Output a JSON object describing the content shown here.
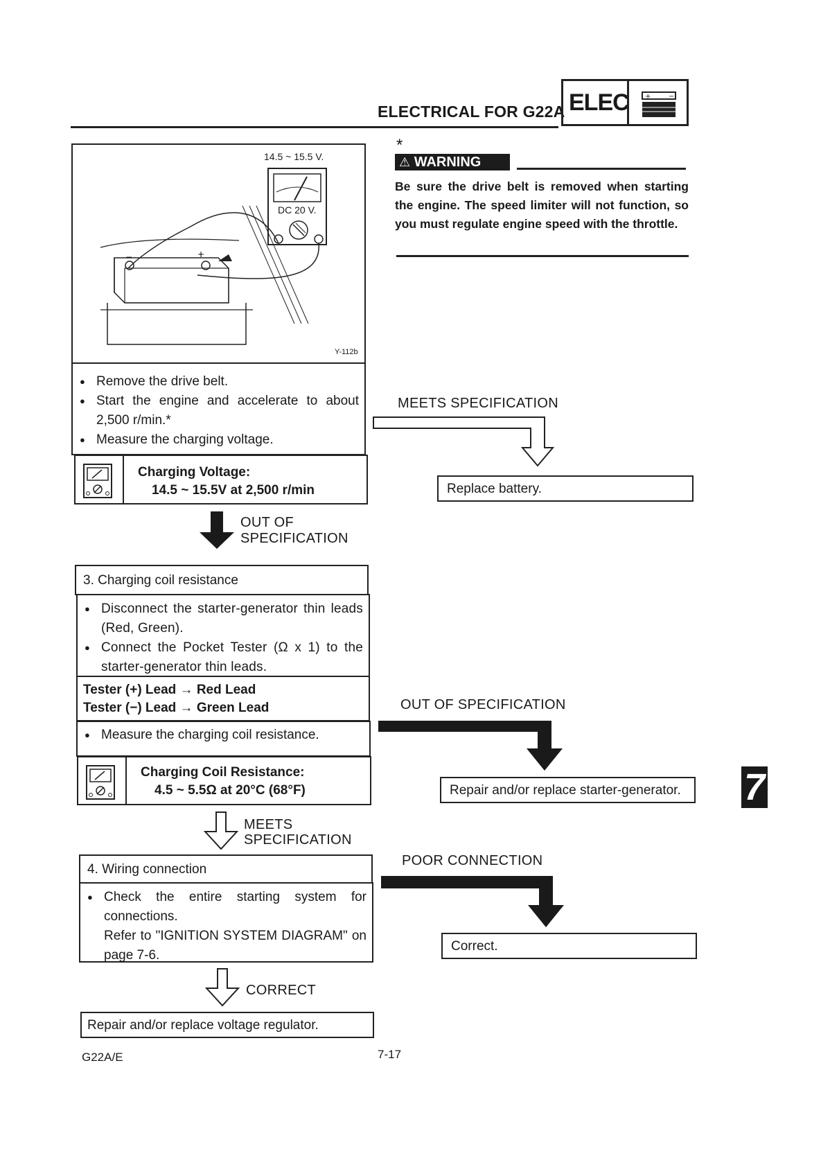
{
  "header": {
    "title": "ELECTRICAL FOR G22A",
    "badge": "ELEC"
  },
  "figure": {
    "voltage_reading": "14.5 ~ 15.5 V.",
    "meter_range": "DC 20 V.",
    "figure_id": "Y-112b",
    "minus": "−",
    "plus": "+"
  },
  "step2": {
    "bullets": [
      "Remove the drive belt.",
      "Start the engine and accelerate to about 2,500 r/min.*",
      "Measure the charging voltage."
    ],
    "spec_title": "Charging Voltage:",
    "spec_value": "14.5 ~ 15.5V at 2,500 r/min"
  },
  "warning": {
    "asterisk": "*",
    "label": "WARNING",
    "text": "Be sure the drive belt is removed when starting the engine. The speed limiter will not function, so you must regulate engine speed with the throttle."
  },
  "flow": {
    "meets_spec_1": "MEETS SPECIFICATION",
    "replace_battery": "Replace battery.",
    "out_of_spec_1_line1": "OUT OF",
    "out_of_spec_1_line2": "SPECIFICATION",
    "out_of_spec_2": "OUT OF SPECIFICATION",
    "repair_starter": "Repair and/or replace starter-generator.",
    "meets_spec_2_line1": "MEETS",
    "meets_spec_2_line2": "SPECIFICATION",
    "poor_connection": "POOR CONNECTION",
    "correct_box": "Correct.",
    "correct_label": "CORRECT",
    "final": "Repair and/or replace voltage regulator."
  },
  "step3": {
    "title": "3. Charging coil resistance",
    "bullets": [
      "Disconnect the starter-generator thin leads (Red, Green).",
      "Connect the Pocket Tester (Ω x 1) to the starter-generator thin leads."
    ],
    "lead1": "Tester (+) Lead → Red Lead",
    "lead2": "Tester (−) Lead → Green Lead",
    "measure": "Measure the charging coil resistance.",
    "spec_title": "Charging Coil Resistance:",
    "spec_value": "4.5 ~ 5.5Ω at 20°C (68°F)"
  },
  "step4": {
    "title": "4. Wiring connection",
    "bullet": "Check the entire starting system for connections.",
    "refer": "Refer to \"IGNITION SYSTEM DIAGRAM\" on page 7-6."
  },
  "side_tab": "7",
  "footer": {
    "model": "G22A/E",
    "page": "7-17"
  }
}
